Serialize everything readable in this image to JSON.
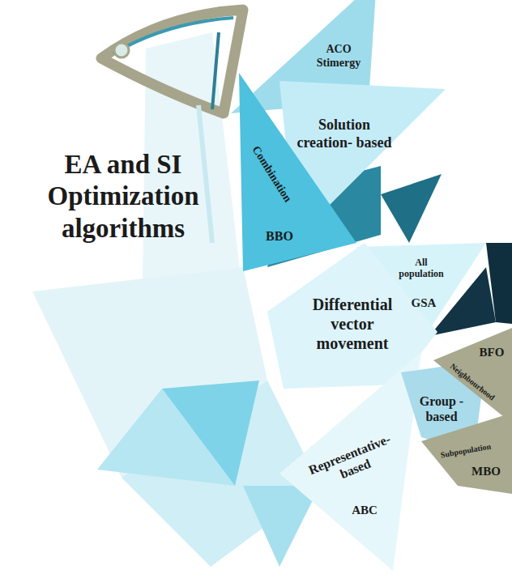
{
  "diagram": {
    "title": "EA and SI Optimization algorithms",
    "nodes": [
      {
        "text": [
          "ACO Stimergy"
        ]
      },
      {
        "text": [
          "Solution creation- based"
        ]
      },
      {
        "text": [
          "Combination",
          "BBO"
        ]
      },
      {
        "text": [
          "All population",
          "GSA"
        ]
      },
      {
        "text": [
          "Differential vector movement"
        ]
      },
      {
        "text": [
          "Representative- based",
          "ABC"
        ]
      },
      {
        "text": [
          "Group -based"
        ]
      },
      {
        "text": [
          "Neighbourhood",
          "BFO"
        ]
      },
      {
        "text": [
          "Subpopulation",
          "MBO"
        ]
      }
    ]
  }
}
